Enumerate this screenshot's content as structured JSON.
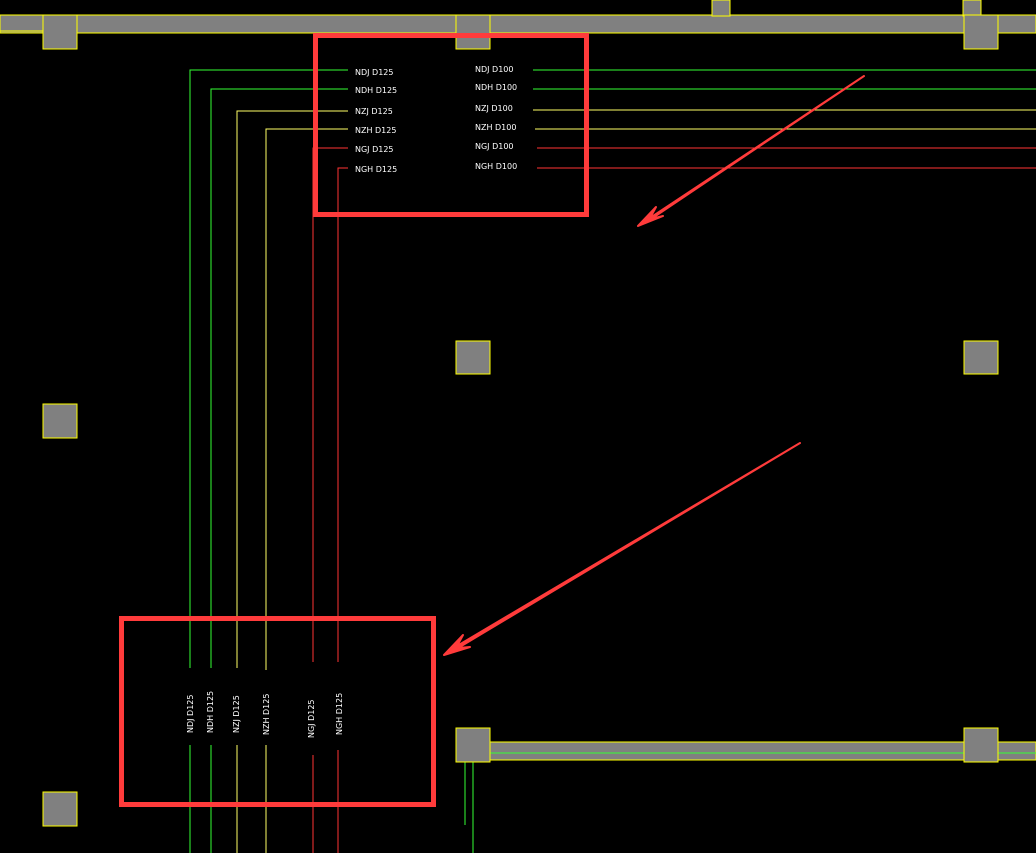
{
  "colors": {
    "background": "#000000",
    "column_fill": "#808080",
    "column_outline": "#ffff00",
    "green_line": "#33ff33",
    "yellow_line": "#ffff66",
    "red_line": "#ff3333",
    "highlight": "#ff3b3b",
    "text": "#ffffff"
  },
  "top_box": {
    "left_labels": [
      "NDJ D125",
      "NDH D125",
      "NZJ D125",
      "NZH D125",
      "NGJ D125",
      "NGH D125"
    ],
    "right_labels": [
      "NDJ D100",
      "NDH D100",
      "NZJ D100",
      "NZH D100",
      "NGJ D100",
      "NGH D100"
    ]
  },
  "bottom_box": {
    "labels": [
      "NDJ D125",
      "NDH D125",
      "NZJ D125",
      "NZH D125",
      "NGJ D125",
      "NGH D125"
    ]
  }
}
